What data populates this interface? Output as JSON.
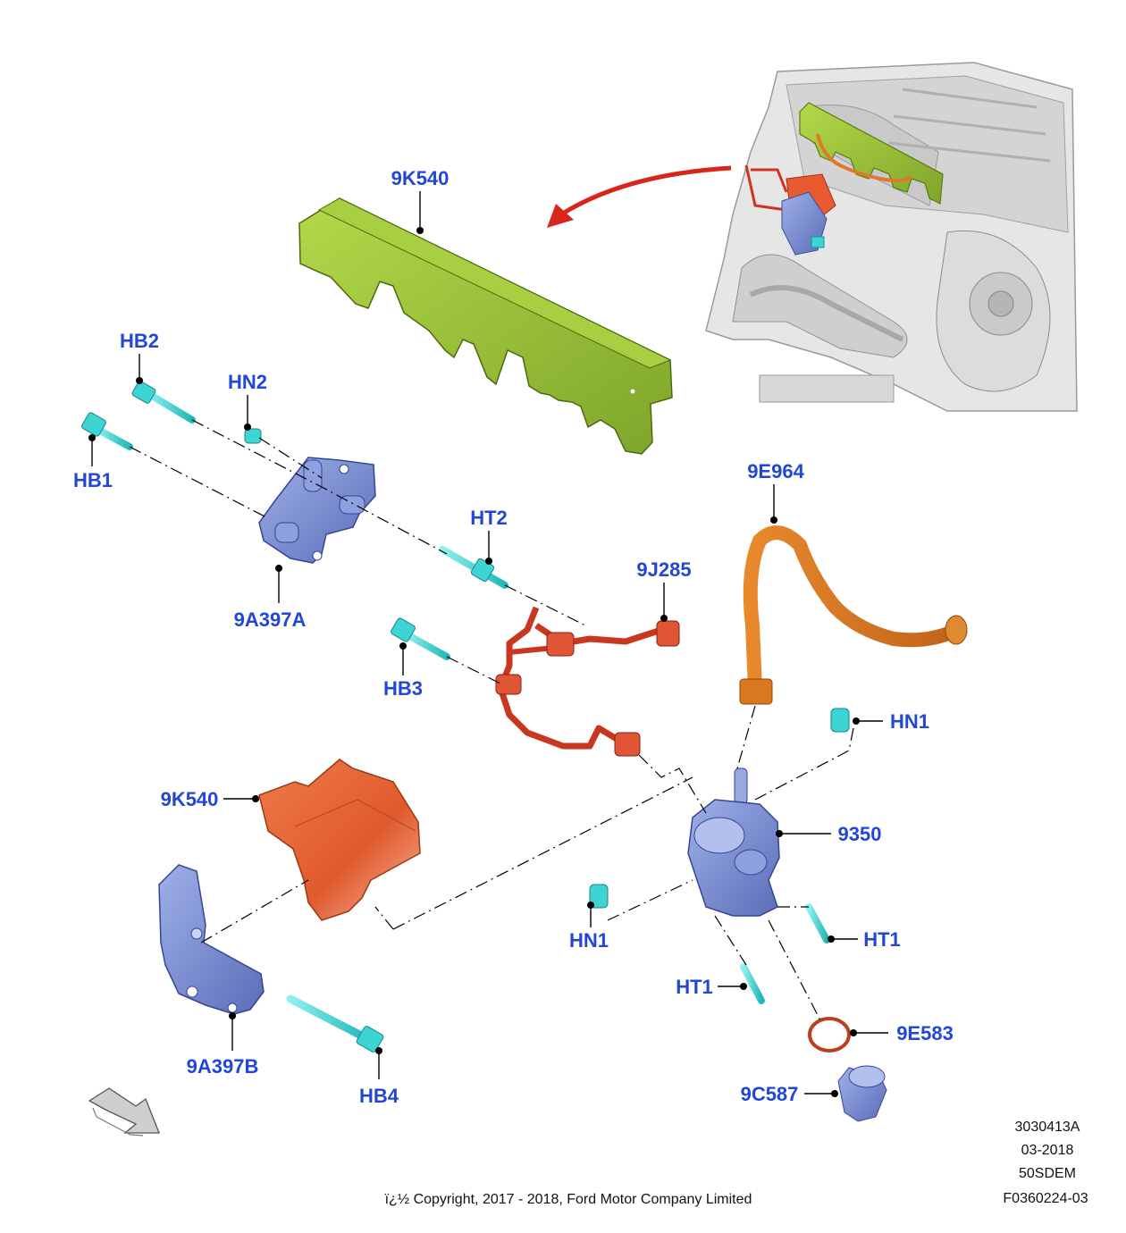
{
  "callouts": {
    "k540_top": "9K540",
    "hb2": "HB2",
    "hn2": "HN2",
    "hb1": "HB1",
    "ht2": "HT2",
    "a397a": "9A397A",
    "j285": "9J285",
    "e964": "9E964",
    "hb3": "HB3",
    "hn1_right": "HN1",
    "k540_bottom": "9K540",
    "n9350": "9350",
    "hn1_left": "HN1",
    "ht1_right": "HT1",
    "ht1_left": "HT1",
    "e583": "9E583",
    "c587": "9C587",
    "a397b": "9A397B",
    "hb4": "HB4"
  },
  "meta": {
    "code1": "3030413A",
    "date": "03-2018",
    "model": "50SDEM",
    "ref": "F0360224-03",
    "copyright": "ï¿½ Copyright, 2017 - 2018, Ford Motor Company Limited"
  },
  "colors": {
    "callout": "#2146d8",
    "shield_green": "#9bc23a",
    "heat_orange": "#e8683e",
    "tube_red": "#c8371f",
    "hose_orange": "#d9781e",
    "bracket_blue": "#7d8fd0",
    "fastener_cyan": "#3fd4d4"
  },
  "icons": {
    "orientation_arrow": "direction-arrow-icon",
    "red_arrow": "curved-arrow-icon"
  }
}
